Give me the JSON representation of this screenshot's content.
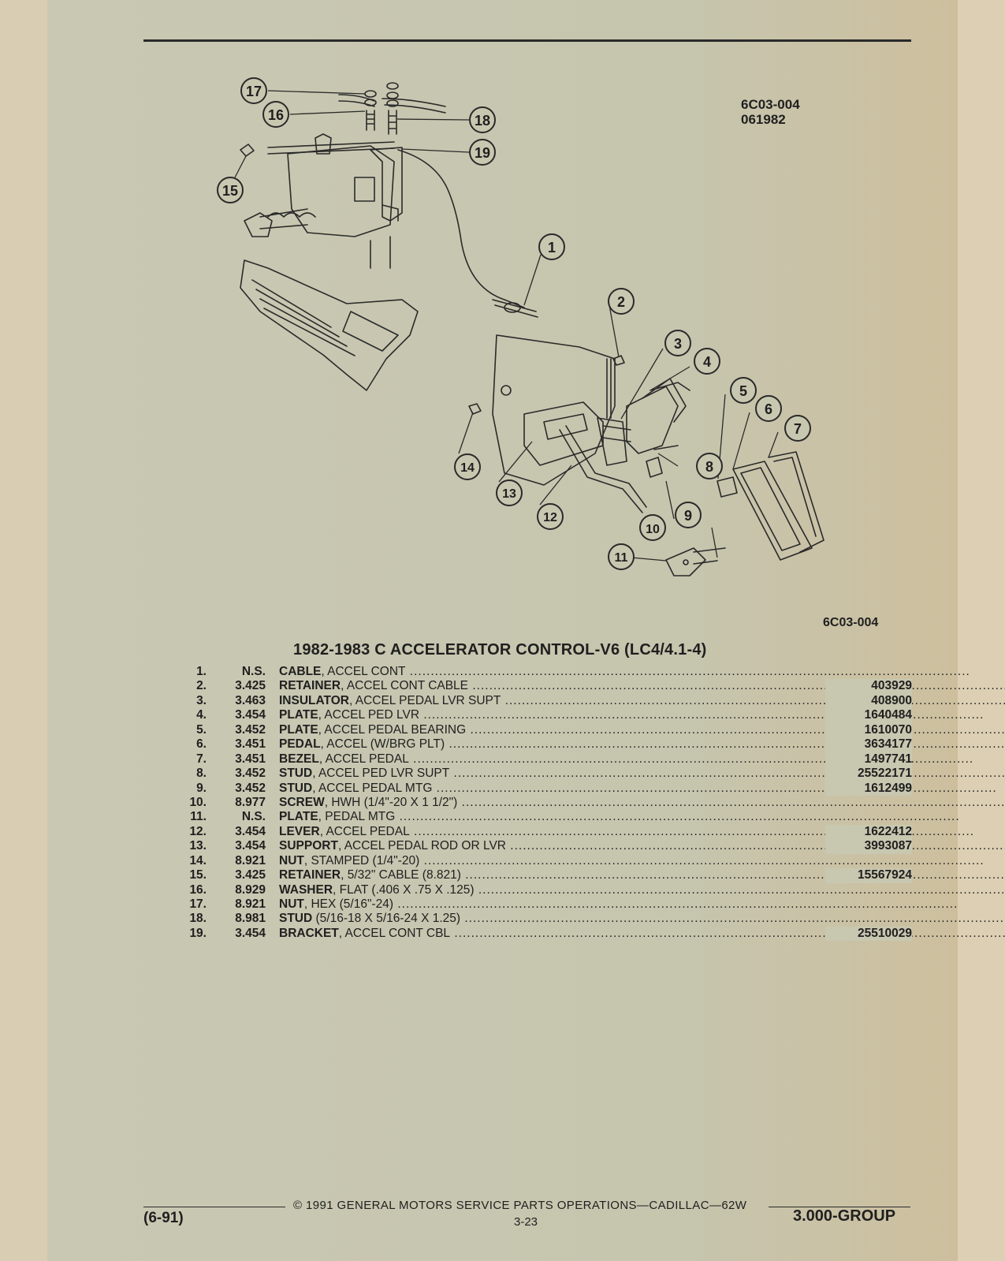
{
  "header": {
    "ref_code_1": "6C03-004",
    "ref_code_2": "061982"
  },
  "figure": {
    "code": "6C03-004",
    "callouts": [
      "1",
      "2",
      "3",
      "4",
      "5",
      "6",
      "7",
      "8",
      "9",
      "10",
      "11",
      "12",
      "13",
      "14",
      "15",
      "16",
      "17",
      "18",
      "19"
    ]
  },
  "section_title": "1982-1983 C ACCELERATOR CONTROL-V6 (LC4/4.1-4)",
  "parts": [
    {
      "num": "1.",
      "group": "N.S.",
      "name": "CABLE",
      "desc": ", ACCEL CONT",
      "part_no": ""
    },
    {
      "num": "2.",
      "group": "3.425",
      "name": "RETAINER",
      "desc": ", ACCEL CONT CABLE",
      "part_no": "403929"
    },
    {
      "num": "3.",
      "group": "3.463",
      "name": "INSULATOR",
      "desc": ", ACCEL PEDAL LVR SUPT",
      "part_no": "408900"
    },
    {
      "num": "4.",
      "group": "3.454",
      "name": "PLATE",
      "desc": ", ACCEL PED LVR",
      "part_no": "1640484"
    },
    {
      "num": "5.",
      "group": "3.452",
      "name": "PLATE",
      "desc": ", ACCEL PEDAL BEARING",
      "part_no": "1610070"
    },
    {
      "num": "6.",
      "group": "3.451",
      "name": "PEDAL",
      "desc": ", ACCEL (W/BRG PLT)",
      "part_no": "3634177"
    },
    {
      "num": "7.",
      "group": "3.451",
      "name": "BEZEL",
      "desc": ", ACCEL PEDAL",
      "part_no": "1497741"
    },
    {
      "num": "8.",
      "group": "3.452",
      "name": "STUD",
      "desc": ", ACCEL PED LVR SUPT",
      "part_no": "25522171"
    },
    {
      "num": "9.",
      "group": "3.452",
      "name": "STUD",
      "desc": ", ACCEL PEDAL MTG",
      "part_no": "1612499"
    },
    {
      "num": "10.",
      "group": "8.977",
      "name": "SCREW",
      "desc": ", HWH (1/4\"-20 X 1 1/2\")",
      "part_no": ""
    },
    {
      "num": "11.",
      "group": "N.S.",
      "name": "PLATE",
      "desc": ", PEDAL MTG",
      "part_no": ""
    },
    {
      "num": "12.",
      "group": "3.454",
      "name": "LEVER",
      "desc": ", ACCEL PEDAL",
      "part_no": "1622412"
    },
    {
      "num": "13.",
      "group": "3.454",
      "name": "SUPPORT",
      "desc": ", ACCEL PEDAL ROD OR LVR",
      "part_no": "3993087"
    },
    {
      "num": "14.",
      "group": "8.921",
      "name": "NUT",
      "desc": ", STAMPED (1/4\"-20)",
      "part_no": ""
    },
    {
      "num": "15.",
      "group": "3.425",
      "name": "RETAINER",
      "desc": ", 5/32\" CABLE (8.821)",
      "part_no": "15567924"
    },
    {
      "num": "16.",
      "group": "8.929",
      "name": "WASHER",
      "desc": ", FLAT (.406 X .75 X .125)",
      "part_no": ""
    },
    {
      "num": "17.",
      "group": "8.921",
      "name": "NUT",
      "desc": ", HEX (5/16\"-24)",
      "part_no": ""
    },
    {
      "num": "18.",
      "group": "8.981",
      "name": "STUD",
      "desc": " (5/16-18 X 5/16-24 X 1.25)",
      "part_no": ""
    },
    {
      "num": "19.",
      "group": "3.454",
      "name": "BRACKET",
      "desc": ", ACCEL CONT CBL",
      "part_no": "25510029"
    }
  ],
  "footer": {
    "copyright": "© 1991 GENERAL MOTORS SERVICE PARTS OPERATIONS—CADILLAC—62W",
    "date_code": "(6-91)",
    "page": "3-23",
    "group": "3.000-GROUP"
  },
  "colors": {
    "paper": "#c8c7b0",
    "ink": "#1f1f1f",
    "edge": "#dccfb3"
  }
}
